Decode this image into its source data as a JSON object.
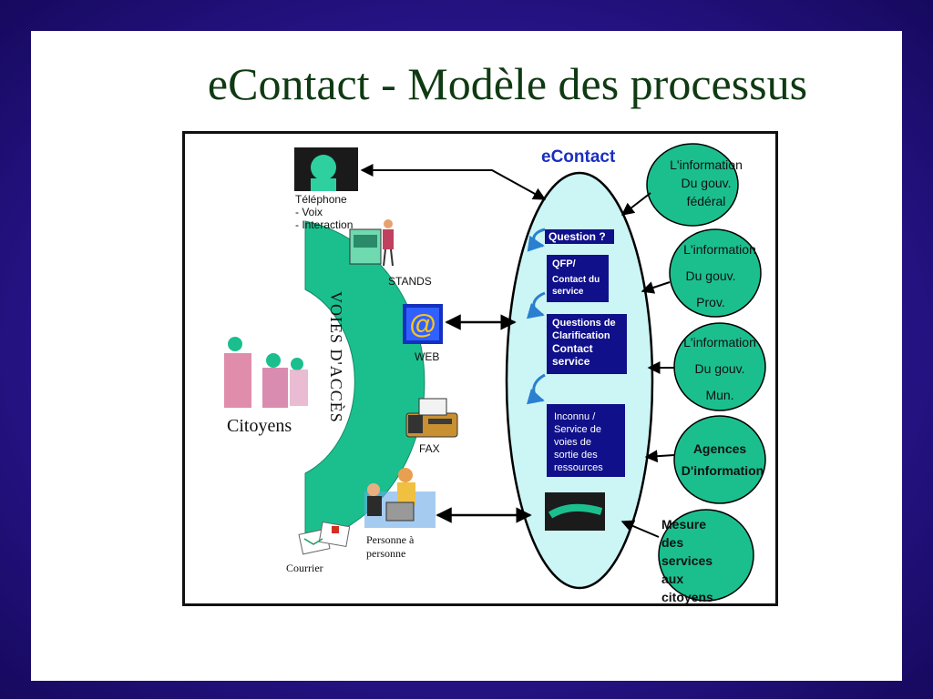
{
  "slide": {
    "title": "eContact - Modèle des processus"
  },
  "diagram": {
    "center_label": "eContact",
    "access_band_label": "VOIES D'ACCÈS",
    "citizens_label": "Citoyens",
    "channels": {
      "telephone": {
        "title": "Téléphone",
        "line1": "- Voix",
        "line2": "- Interaction"
      },
      "stands": "STANDS",
      "web": "WEB",
      "fax": "FAX",
      "person": {
        "line1": "Personne à",
        "line2": "personne"
      },
      "mail": "Courrier"
    },
    "process_boxes": {
      "question": "Question ?",
      "qfp": {
        "line1": "QFP/",
        "line2": "Contact  du",
        "line3": "service"
      },
      "clarification": {
        "line1": "Questions de",
        "line2": "Clarification",
        "line3": "Contact",
        "line4": "service"
      },
      "unknown": {
        "line1": "Inconnu /",
        "line2": "Service de",
        "line3": "voies de",
        "line4": "sortie des",
        "line5": "ressources"
      }
    },
    "sources": {
      "federal": {
        "line1": "L'information",
        "line2": "Du gouv.",
        "line3": "fédéral"
      },
      "provincial": {
        "line1": "L'information",
        "line2": "Du gouv.",
        "line3": "Prov."
      },
      "municipal": {
        "line1": "L'information",
        "line2": "Du gouv.",
        "line3": "Mun."
      },
      "agencies": {
        "line1": "Agences",
        "line2": "D'information"
      },
      "measure": {
        "line1": "Mesure",
        "line2": "des",
        "line3": "services",
        "line4": "aux",
        "line5": "citoyens"
      }
    },
    "colors": {
      "teal": "#1bbf8e",
      "ellipse_fill": "#ccf5f5",
      "box_fill": "#10108a",
      "econtact_blue": "#1a2fc0",
      "title_green": "#0f3a12"
    }
  }
}
